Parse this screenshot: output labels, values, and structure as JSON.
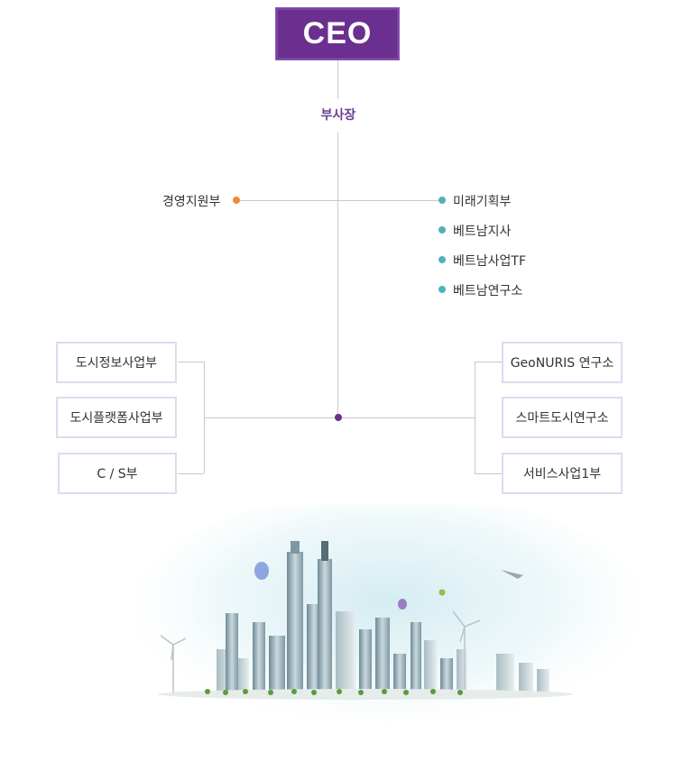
{
  "ceo": {
    "label": "CEO"
  },
  "vice_president": {
    "label": "부사장"
  },
  "left_branch": {
    "label": "경영지원부",
    "dot_color": "#f08a3c"
  },
  "right_branch": {
    "dot_color": "#4fb3b8",
    "items": [
      "미래기획부",
      "베트남지사",
      "베트남사업TF",
      "베트남연구소"
    ]
  },
  "left_departments": [
    "도시정보사업부",
    "도시플랫폼사업부",
    "C / S부"
  ],
  "right_departments": [
    "GeoNURIS 연구소",
    "스마트도시연구소",
    "서비스사업1부"
  ],
  "colors": {
    "ceo_background": "#6b2f8f",
    "vp_text": "#6b3d91",
    "center_dot": "#6b2f8f",
    "box_border": "#e3d9ef",
    "connector": "#c8c8c8"
  }
}
